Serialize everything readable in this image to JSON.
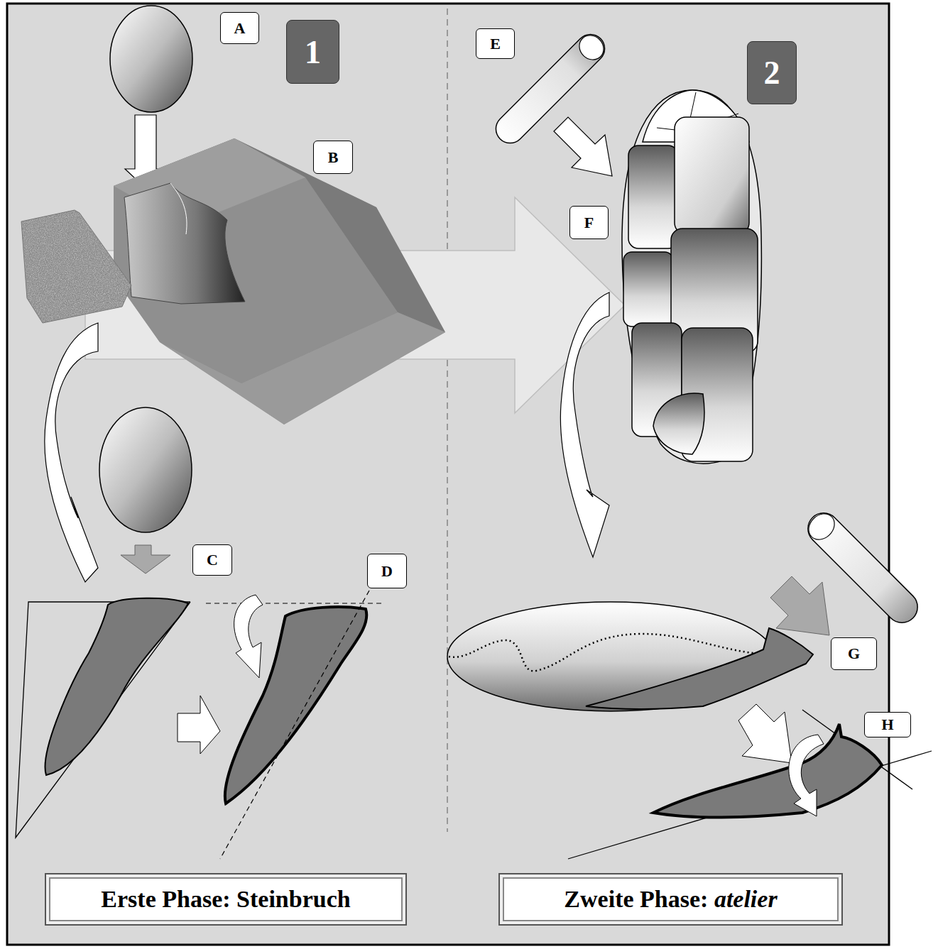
{
  "diagram": {
    "nodes": [
      {
        "text": [
          "A"
        ]
      },
      {
        "text": [
          "1"
        ]
      },
      {
        "text": [
          "E"
        ]
      },
      {
        "text": [
          "2"
        ]
      },
      {
        "text": [
          "B"
        ]
      },
      {
        "text": [
          "F"
        ]
      },
      {
        "text": [
          "C"
        ]
      },
      {
        "text": [
          "D"
        ]
      },
      {
        "text": [
          "G"
        ]
      },
      {
        "text": [
          "H"
        ]
      },
      {
        "text": [
          "Erste Phase: Steinbruch"
        ]
      },
      {
        "text": [
          "Zweite Phase: atelier"
        ]
      }
    ]
  }
}
